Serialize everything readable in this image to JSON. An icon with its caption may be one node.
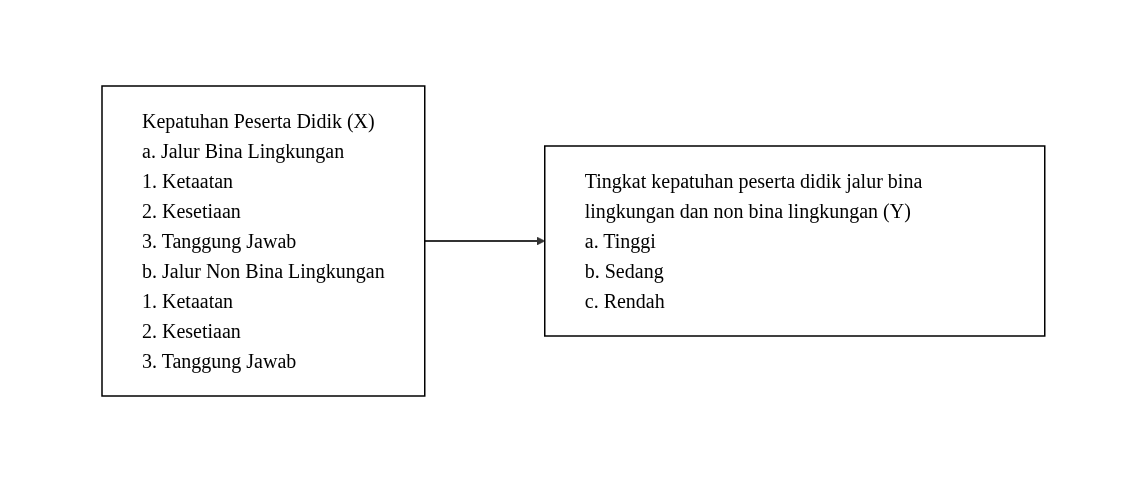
{
  "diagram": {
    "nodes": [
      {
        "text": [
          "Kepatuhan Peserta Didik (X)",
          "a. Jalur Bina Lingkungan",
          "1. Ketaatan",
          "2. Kesetiaan",
          "3. Tanggung Jawab",
          "b. Jalur Non Bina Lingkungan",
          "1. Ketaatan",
          "2. Kesetiaan",
          "3. Tanggung Jawab"
        ]
      },
      {
        "text": [
          "Tingkat kepatuhan peserta didik jalur bina lingkungan dan non bina lingkungan (Y)",
          "a. Tinggi",
          "b. Sedang",
          "c. Rendah"
        ]
      }
    ],
    "edges": [
      {
        "from": 0,
        "to": 1,
        "arrow": "to"
      }
    ]
  }
}
